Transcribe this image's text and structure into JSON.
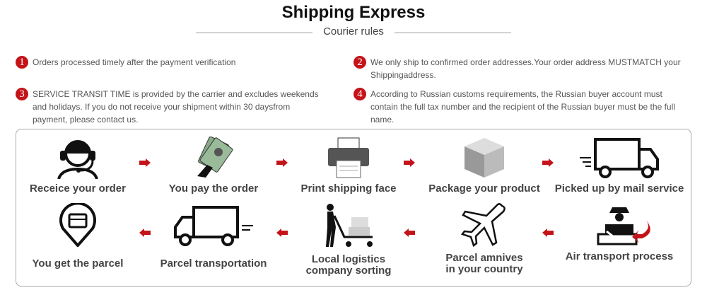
{
  "header": {
    "title": "Shipping Express",
    "subtitle": "Courier rules"
  },
  "rules": [
    {
      "num": "1",
      "text": "Orders processed timely after the payment verification"
    },
    {
      "num": "2",
      "text": "We only ship to confirmed order addresses.Your order address MUSTMATCH your Shippingaddress."
    },
    {
      "num": "3",
      "text": "SERVICE TRANSIT TIME is provided by the carrier and excludes weekends and holidays. If you do not receive your shipment within 30 daysfrom payment, please contact us."
    },
    {
      "num": "4",
      "text": "According to Russian customs requirements, the Russian buyer account must contain the full tax number and the recipient of the Russian buyer must be the full name."
    }
  ],
  "steps": {
    "receive": "Receice your order",
    "pay": "You pay the order",
    "print": "Print shipping face",
    "package": "Package your product",
    "pickup": "Picked up by mail service",
    "air": "Air transport process",
    "arrive1": "Parcel amnives",
    "arrive2": "in your country",
    "sort1": "Local logistics",
    "sort2": "company sorting",
    "transport": "Parcel transportation",
    "get": "You get the parcel"
  },
  "colors": {
    "accent": "#c4141a"
  }
}
